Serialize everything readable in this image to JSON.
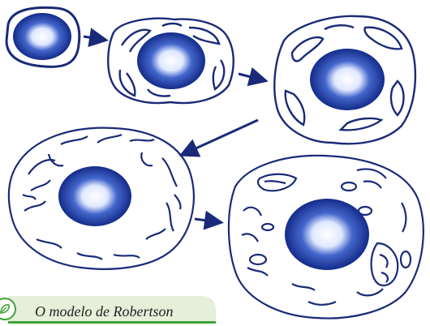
{
  "caption": {
    "text": "O modelo de Robertson",
    "icon": "leaf-icon",
    "colors": {
      "accent": "#3ea23a",
      "background": "#e6efd9"
    }
  },
  "diagram": {
    "stages": [
      {
        "id": 1,
        "icon": "cell-nucleus-stage-1"
      },
      {
        "id": 2,
        "icon": "cell-membrane-folds-stage-2"
      },
      {
        "id": 3,
        "icon": "cell-membrane-folds-stage-3"
      },
      {
        "id": 4,
        "icon": "cell-membrane-network-stage-4"
      },
      {
        "id": 5,
        "icon": "cell-organelles-stage-5"
      }
    ],
    "colors": {
      "nucleus": "#1c3a9e",
      "membrane": "#1a2a78",
      "arrow": "#1a2a78"
    }
  }
}
